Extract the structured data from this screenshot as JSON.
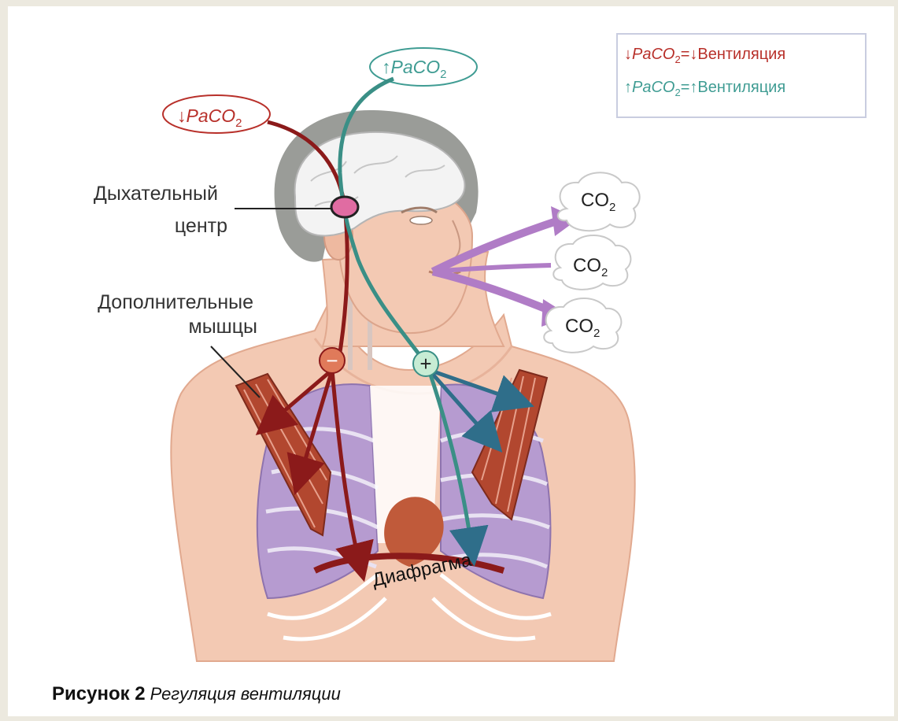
{
  "labels": {
    "paco2_low": "PaCO",
    "paco2_high": "PaCO",
    "sub2": "2",
    "resp_center_line1": "Дыхательный",
    "resp_center_line2": "центр",
    "muscles_line1": "Дополнительные",
    "muscles_line2": "мышцы",
    "diaphragm": "Диафрагма",
    "minus": "−",
    "plus": "+",
    "co2": "CO",
    "arrow_down": "↓",
    "arrow_up": "↑"
  },
  "legend": {
    "row1": {
      "arrow": "↓",
      "param": "PaCO",
      "sub": "2",
      "eq": "=",
      "arrow2": "↓",
      "text": "Вентиляция"
    },
    "row2": {
      "arrow": "↑",
      "param": "PaCO",
      "sub": "2",
      "eq": "=",
      "arrow2": "↑",
      "text": "Вентиляция"
    }
  },
  "caption": {
    "bold": "Рисунок 2",
    "italic": "Регуляция вентиляции"
  },
  "colors": {
    "inhibit_red": "#8b1a1a",
    "excite_teal": "#3a8f86",
    "exhale_purple": "#b07cc6",
    "skin": "#f3c9b3",
    "lungs": "#b69bd0",
    "muscle": "#b2472f",
    "hair": "#9a9c98"
  }
}
